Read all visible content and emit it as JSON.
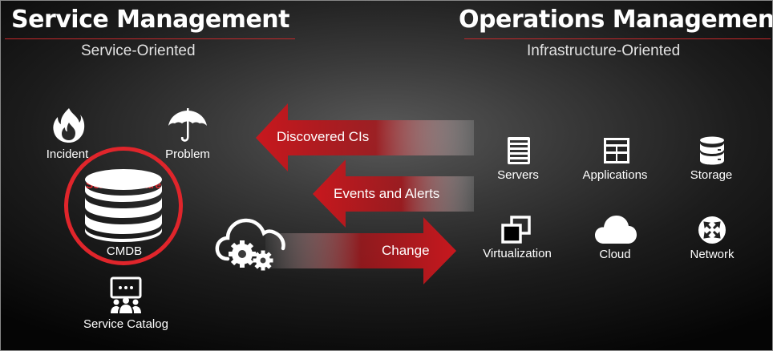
{
  "left_title": "Service Management",
  "left_subtitle": "Service-Oriented",
  "right_title": "Operations Management",
  "right_subtitle": "Infrastructure-Oriented",
  "service_items": {
    "incident": "Incident",
    "problem": "Problem",
    "cmdb": "CMDB",
    "service_aware": "Service-aware",
    "service_catalog": "Service Catalog"
  },
  "flows": {
    "discovered": "Discovered  CIs",
    "events": "Events and Alerts",
    "change": "Change"
  },
  "ops_items": {
    "servers": "Servers",
    "applications": "Applications",
    "storage": "Storage",
    "virtualization": "Virtualization",
    "cloud": "Cloud",
    "network": "Network"
  },
  "colors": {
    "accent_red": "#e0252b",
    "arrow_red": "#c8181e",
    "rule_red": "#c6282b"
  }
}
